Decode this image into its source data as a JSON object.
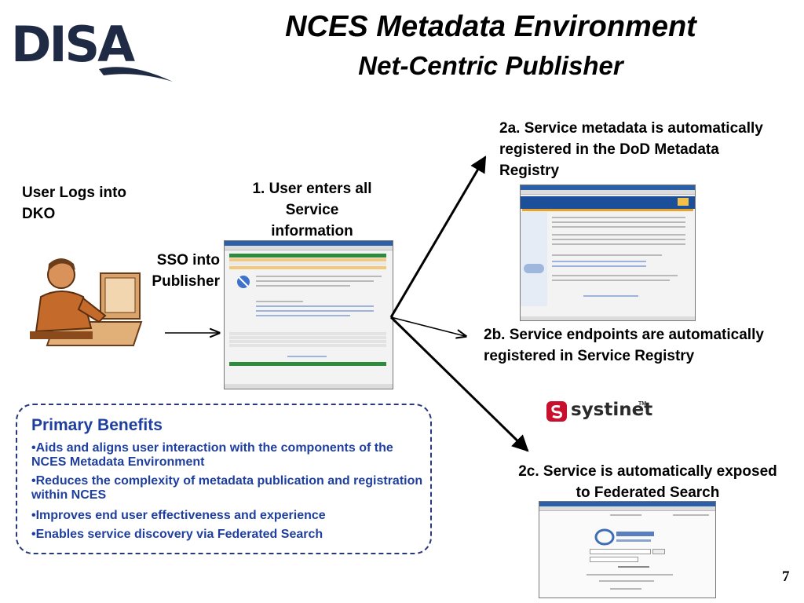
{
  "logo": {
    "text": "DISA"
  },
  "header": {
    "title": "NCES Metadata Environment",
    "subtitle": "Net-Centric Publisher"
  },
  "steps": {
    "user_logs": "User Logs into DKO",
    "sso": "SSO into Publisher",
    "user_enters": "1. User enters all Service information",
    "step_2a": "2a. Service metadata is automatically registered in the DoD Metadata Registry",
    "step_2b": "2b. Service endpoints are automatically registered in Service Registry",
    "step_2c": "2c. Service is automatically exposed to Federated Search"
  },
  "systinet": {
    "text": "systinet",
    "tm": "TM"
  },
  "benefits": {
    "title": "Primary Benefits",
    "items": [
      "•Aids and aligns user interaction with the components of the NCES Metadata Environment",
      "•Reduces the complexity of metadata publication and registration within NCES",
      "•Improves end user effectiveness and experience",
      "•Enables service discovery via Federated Search"
    ]
  },
  "page_number": "7",
  "colors": {
    "benefit_blue": "#1f3fa0",
    "box_border": "#29387a",
    "logo_navy": "#1f2a44"
  }
}
